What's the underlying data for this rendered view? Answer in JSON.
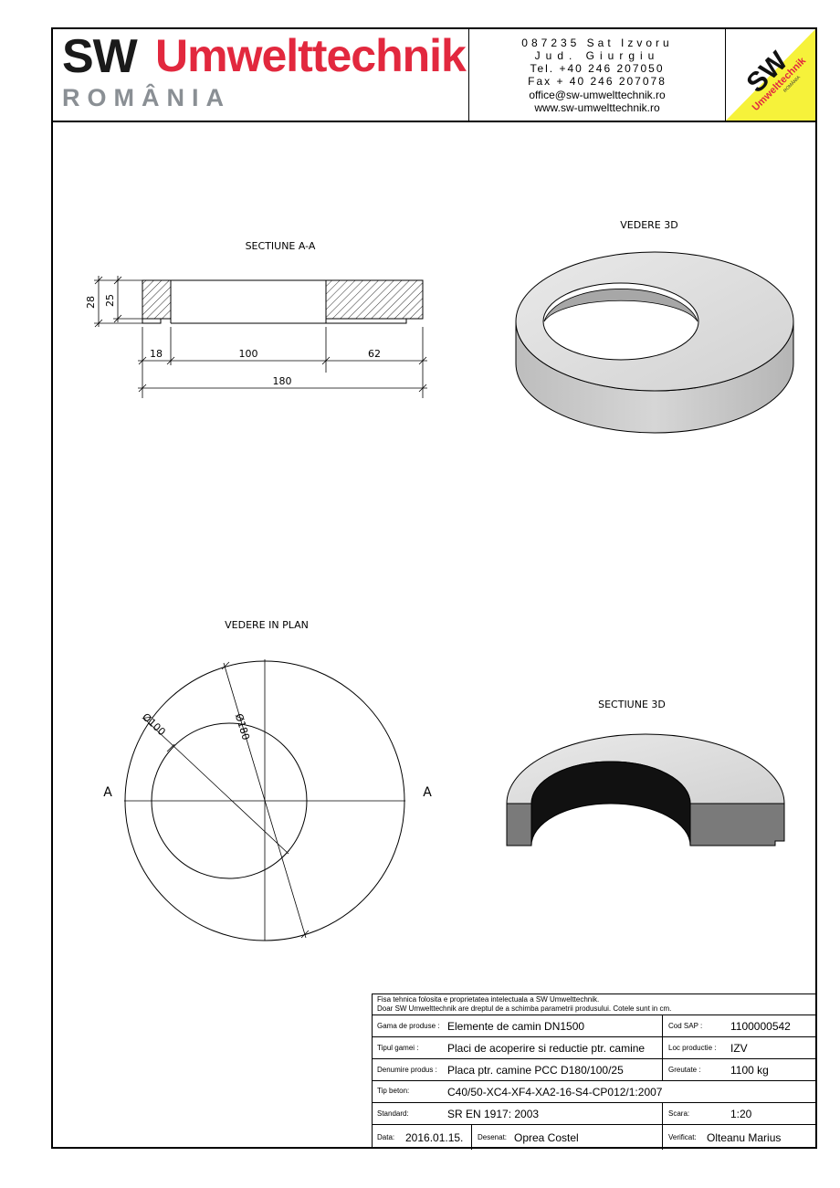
{
  "header": {
    "brand_sw": "SW",
    "brand_name": "Umwelttechnik",
    "brand_country": "ROMÂNIA",
    "contact": {
      "line1": "087235 Sat Izvoru",
      "line2": "Jud. Giurgiu",
      "line3": "Tel. +40 246 207050",
      "line4": "Fax + 40 246 207078",
      "email": "office@sw-umwelttechnik.ro",
      "web": "www.sw-umwelttechnik.ro"
    },
    "badge": {
      "sw": "SW",
      "name": "Umwelttechnik",
      "country": "ROMÂNIA",
      "color": "#f6f23a",
      "text_color": "#e2283e"
    }
  },
  "views": {
    "section_aa": {
      "title": "SECTIUNE A-A",
      "dim_outer_height": "28",
      "dim_inner_height": "25",
      "dim_left": "18",
      "dim_middle": "100",
      "dim_right": "62",
      "dim_total": "180"
    },
    "view_3d": {
      "title": "VEDERE 3D"
    },
    "plan_view": {
      "title": "VEDERE IN PLAN",
      "dia_inner": "Ø100",
      "dia_outer": "Ø180",
      "cut_left": "A",
      "cut_right": "A"
    },
    "section_3d": {
      "title": "SECTIUNE 3D"
    }
  },
  "title_block": {
    "note_line1": "Fisa tehnica folosita e proprietatea intelectuala a SW Umwelttechnik.",
    "note_line2": "Doar SW Umwelttechnik are dreptul de a schimba parametrii produsului. Cotele sunt in cm.",
    "gama_label": "Gama de produse :",
    "gama_value": "Elemente de camin DN1500",
    "cod_label": "Cod SAP :",
    "cod_value": "1100000542",
    "tip_gamei_label": "Tipul gamei :",
    "tip_gamei_value": "Placi de acoperire si reductie ptr. camine",
    "loc_label": "Loc productie :",
    "loc_value": "IZV",
    "denumire_label": "Denumire produs :",
    "denumire_value": "Placa ptr. camine PCC D180/100/25",
    "greutate_label": "Greutate :",
    "greutate_value": "1100 kg",
    "beton_label": "Tip beton:",
    "beton_value": "C40/50-XC4-XF4-XA2-16-S4-CP012/1:2007",
    "standard_label": "Standard:",
    "standard_value": "SR EN 1917: 2003",
    "scara_label": "Scara:",
    "scara_value": "1:20",
    "data_label": "Data:",
    "data_value": "2016.01.15.",
    "desenat_label": "Desenat:",
    "desenat_value": "Oprea Costel",
    "verificat_label": "Verificat:",
    "verificat_value": "Olteanu Marius"
  }
}
